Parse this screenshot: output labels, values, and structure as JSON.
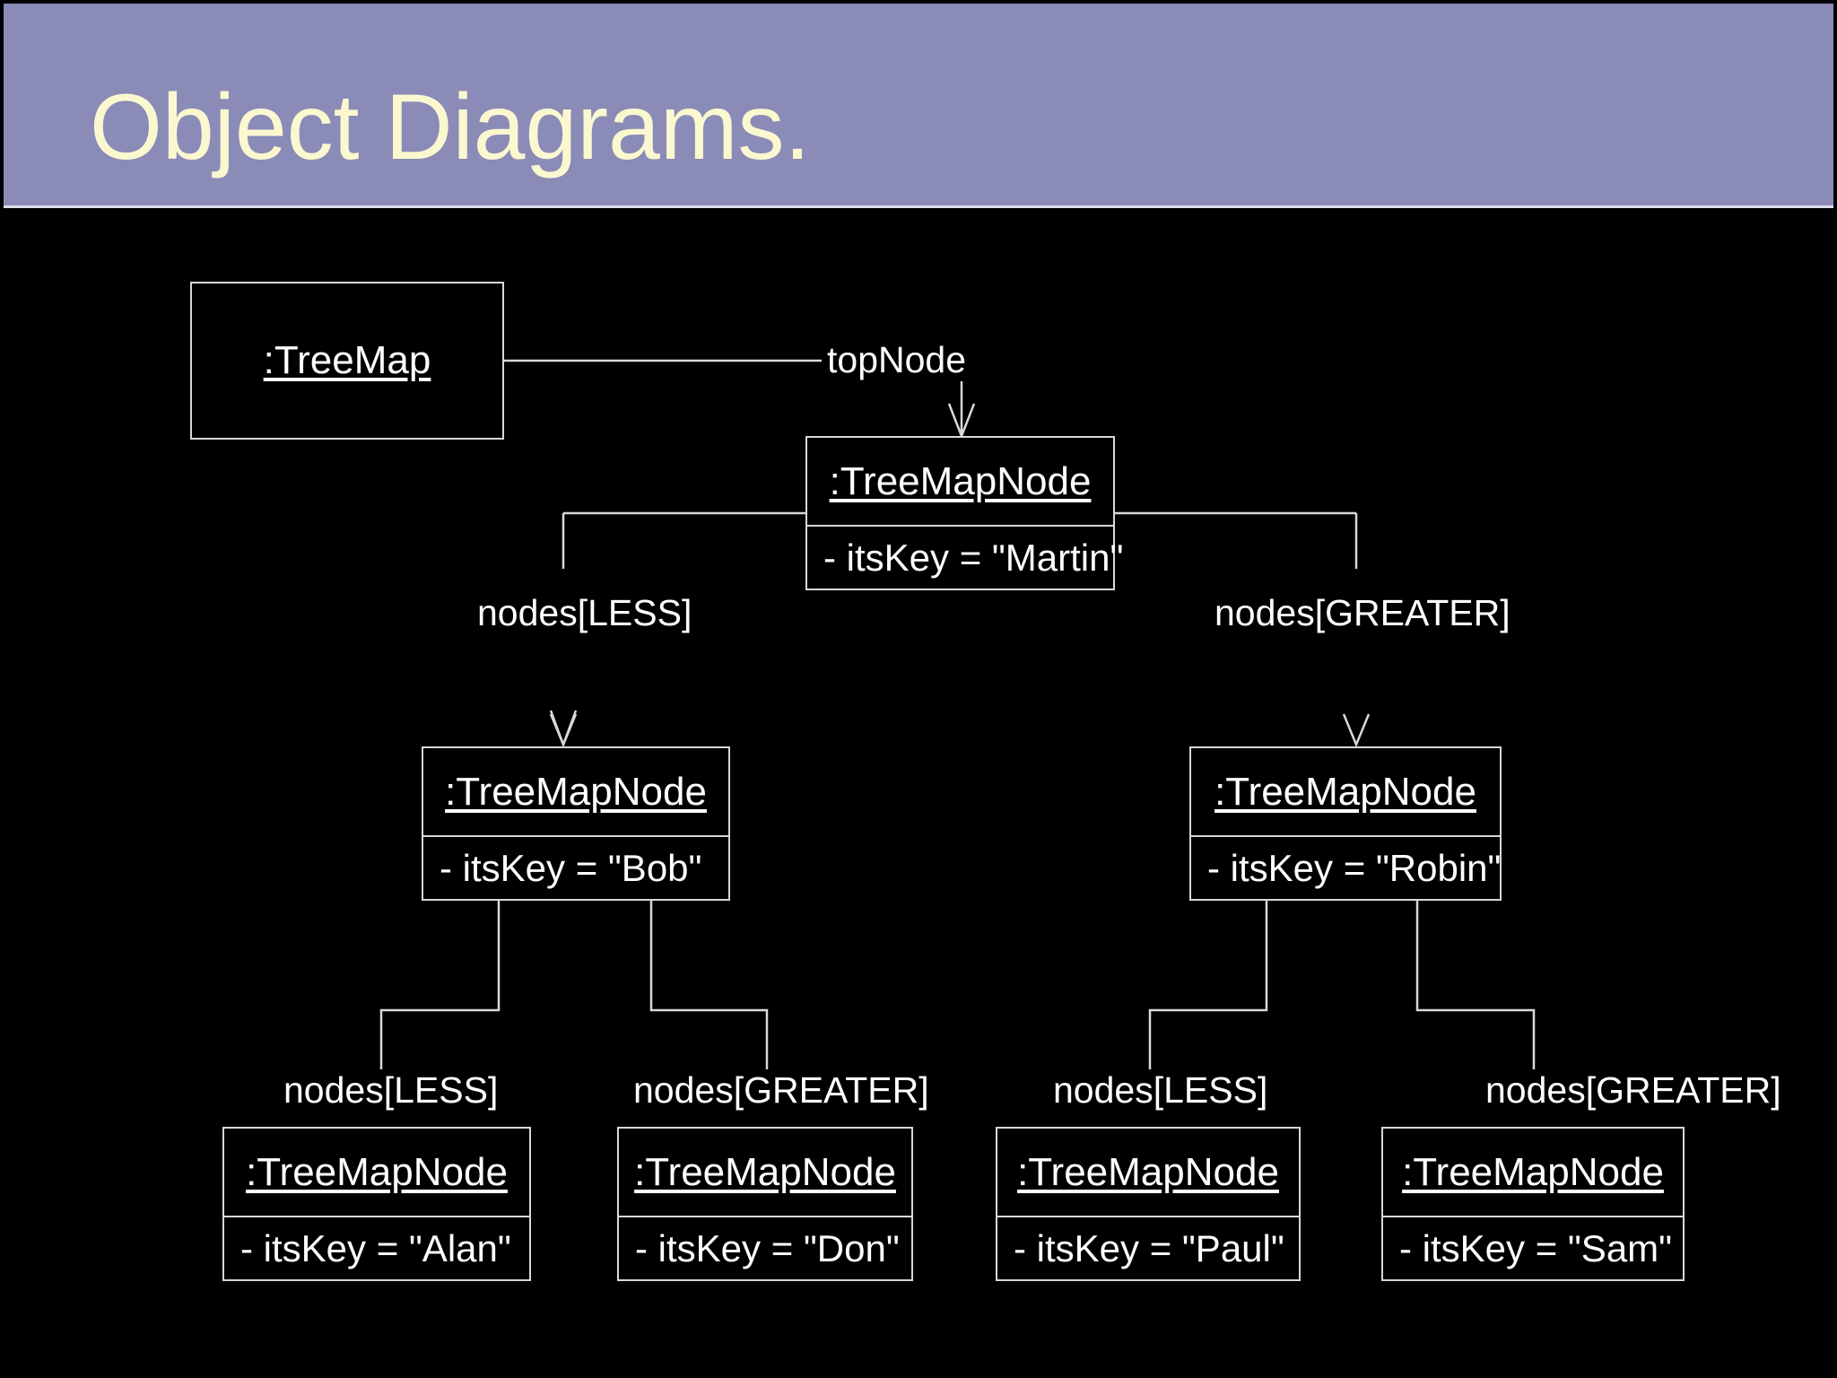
{
  "slide": {
    "title": "Object Diagrams.",
    "background_color": "#000000",
    "header_color": "#8b8bb8",
    "title_color": "#fbf8d0",
    "line_color": "#d8d8d8"
  },
  "objects": {
    "treemap": {
      "name": ":TreeMap"
    },
    "martin": {
      "name": ":TreeMapNode",
      "attribute": "- itsKey = \"Martin\""
    },
    "bob": {
      "name": ":TreeMapNode",
      "attribute": "- itsKey = \"Bob\""
    },
    "robin": {
      "name": ":TreeMapNode",
      "attribute": "- itsKey = \"Robin\""
    },
    "alan": {
      "name": ":TreeMapNode",
      "attribute": "- itsKey = \"Alan\""
    },
    "don": {
      "name": ":TreeMapNode",
      "attribute": "- itsKey = \"Don\""
    },
    "paul": {
      "name": ":TreeMapNode",
      "attribute": "- itsKey = \"Paul\""
    },
    "sam": {
      "name": ":TreeMapNode",
      "attribute": "- itsKey = \"Sam\""
    }
  },
  "links": {
    "top_node": "topNode",
    "martin_less": "nodes[LESS]",
    "martin_greater": "nodes[GREATER]",
    "bob_less": "nodes[LESS]",
    "bob_greater": "nodes[GREATER]",
    "robin_less": "nodes[LESS]",
    "robin_greater": "nodes[GREATER]"
  }
}
